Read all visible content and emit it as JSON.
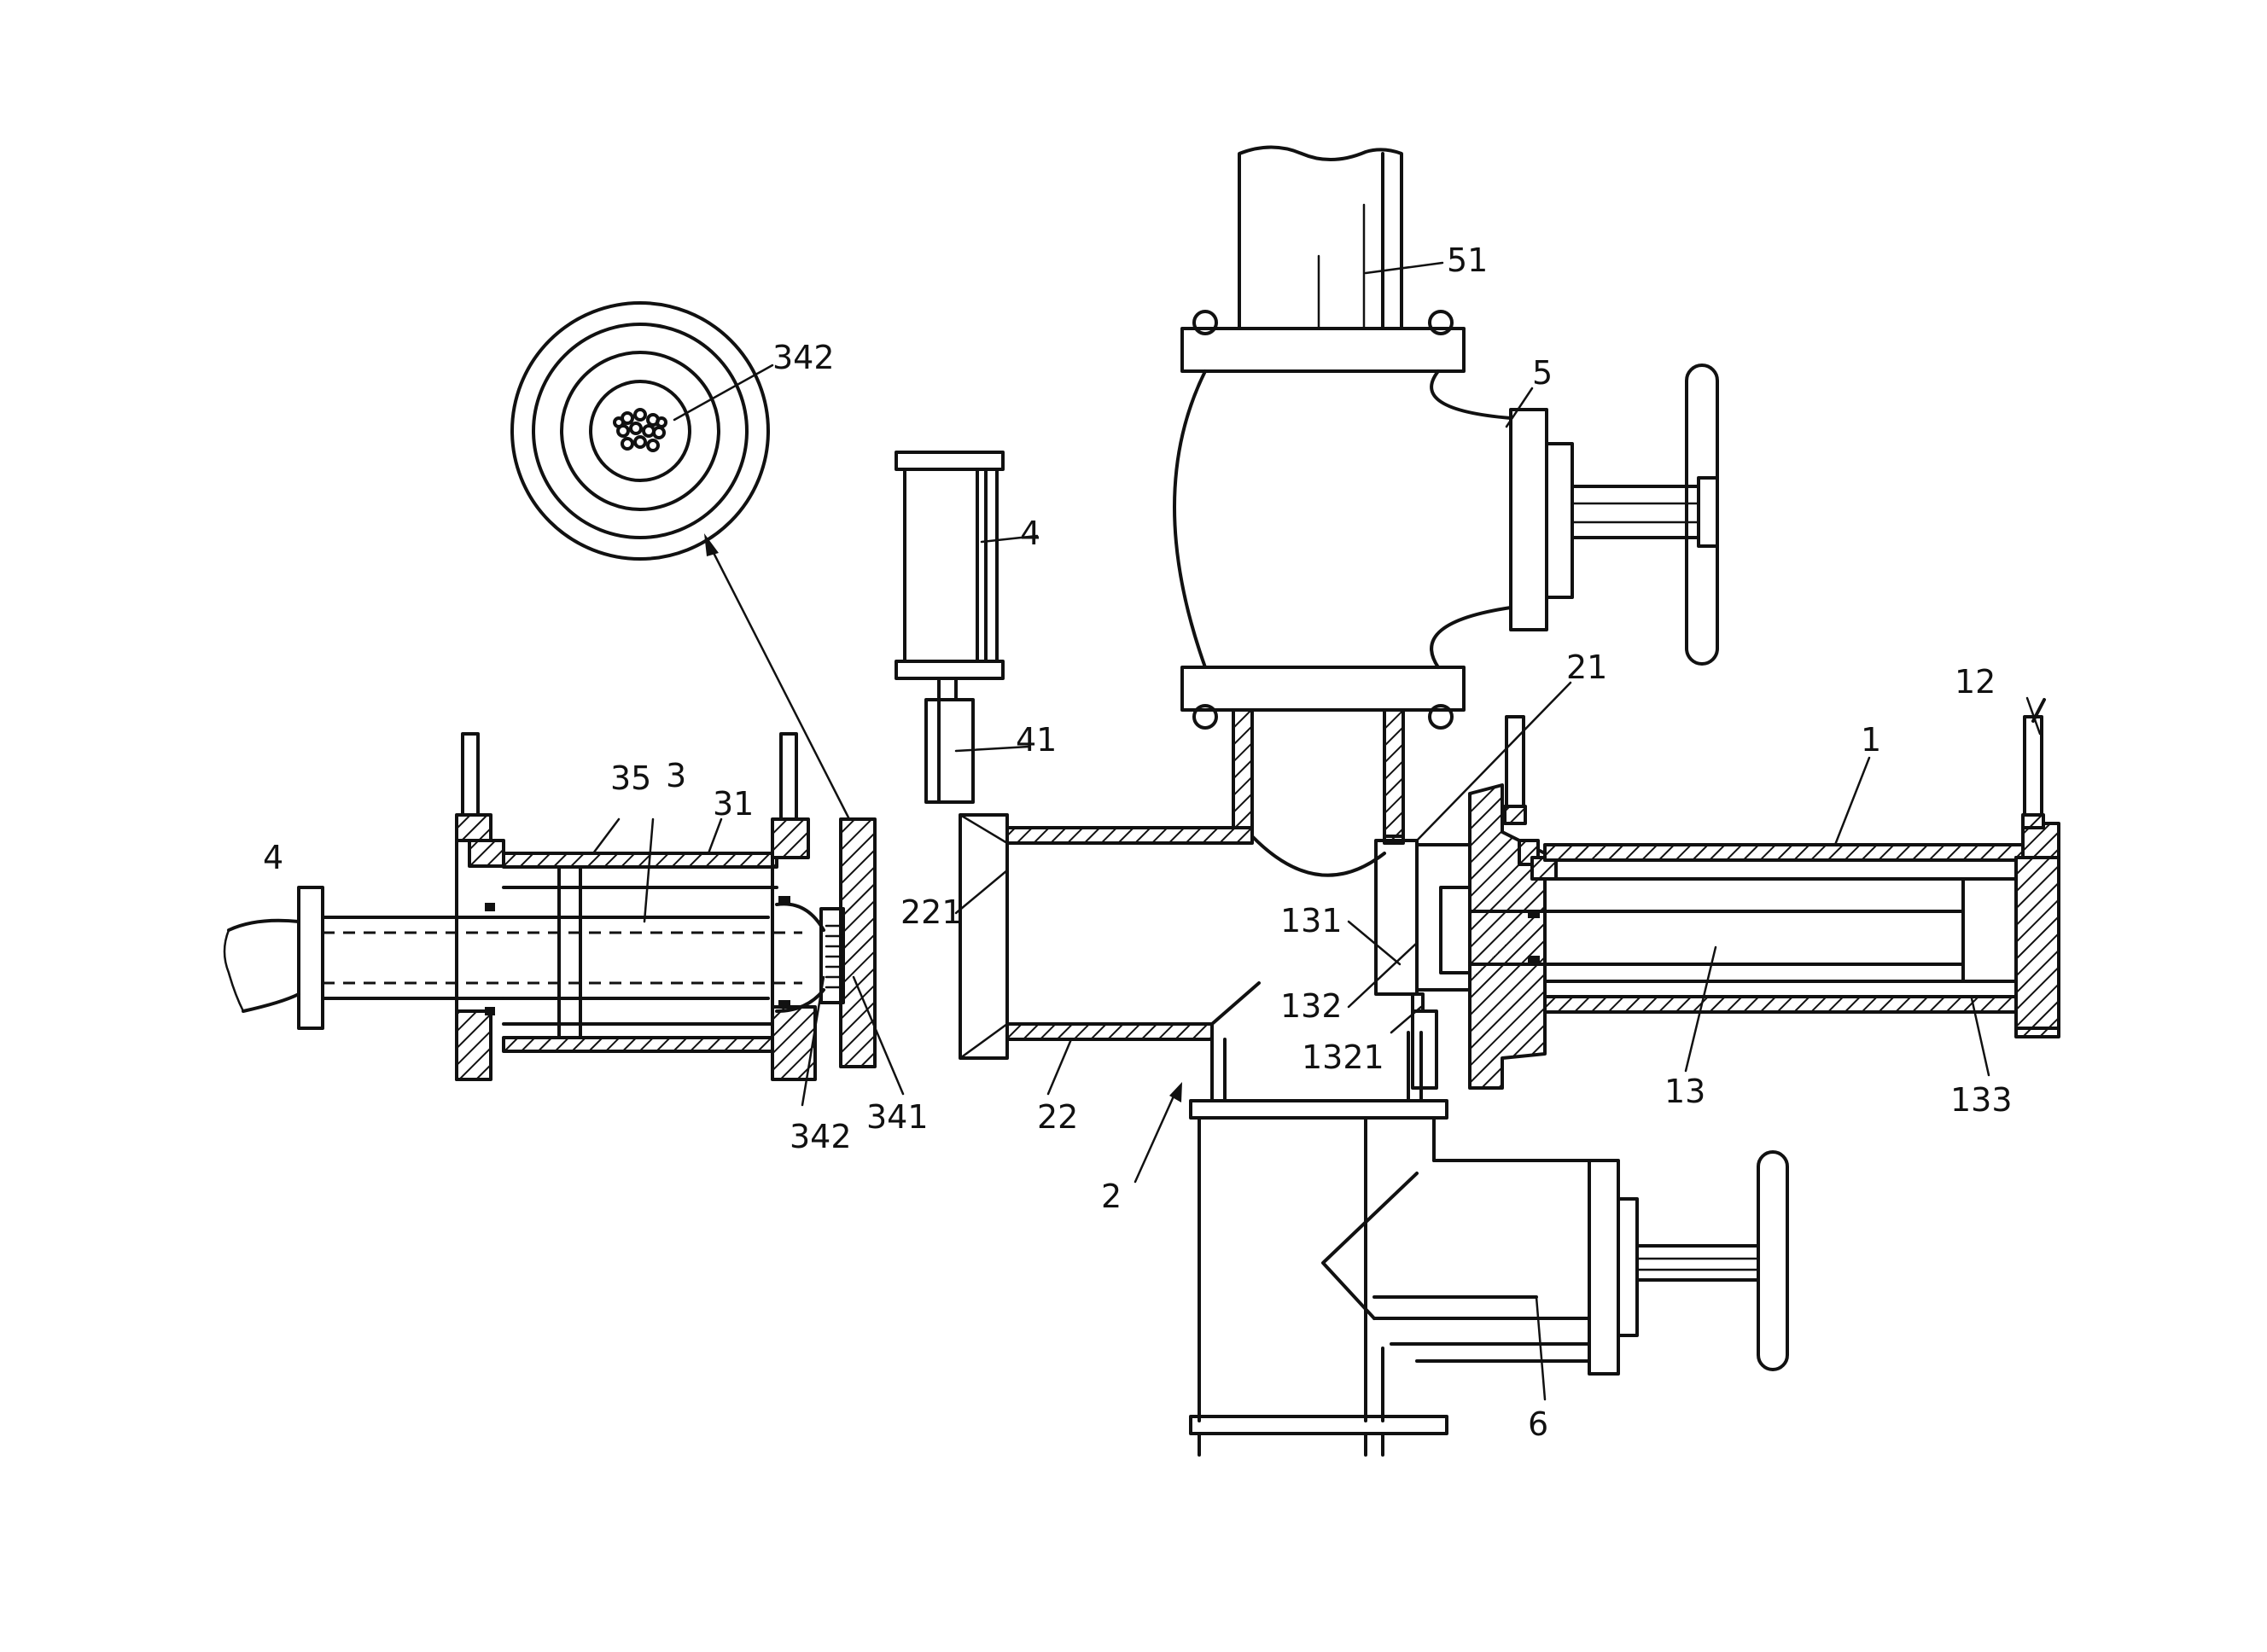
{
  "labels": {
    "l51": "51",
    "l5": "5",
    "l342_top": "342",
    "l4_cyl": "4",
    "l41": "41",
    "l21": "21",
    "l12": "12",
    "l1": "1",
    "l35": "35",
    "l3": "3",
    "l31": "31",
    "l4_left": "4",
    "l221": "221",
    "l131": "131",
    "l132": "132",
    "l1321": "1321",
    "l13": "13",
    "l133": "133",
    "l22": "22",
    "l342_bottom": "342",
    "l341": "341",
    "l2": "2",
    "l6": "6"
  },
  "colors": {
    "ink": "#111111",
    "paper": "#ffffff"
  }
}
